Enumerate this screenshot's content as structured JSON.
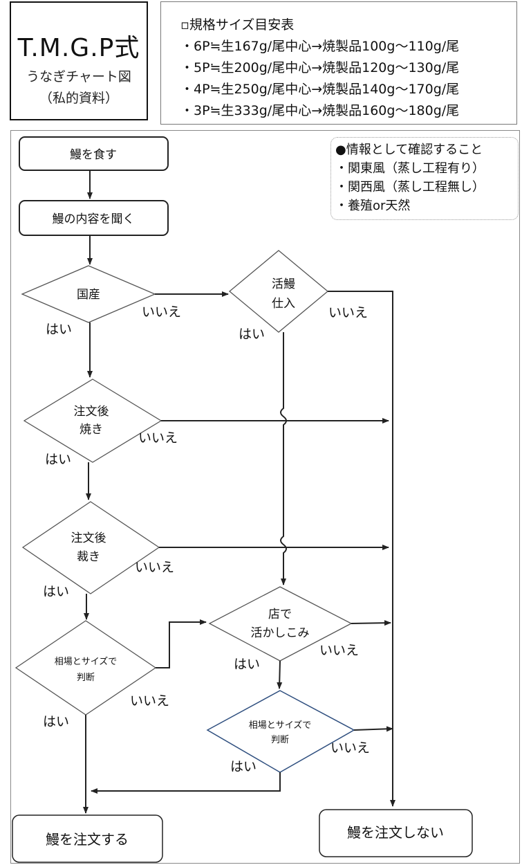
{
  "title": {
    "main": "T.M.G.P式",
    "sub1": "うなぎチャート図",
    "sub2": "（私的資料）"
  },
  "size_table": {
    "heading": "▫規格サイズ目安表",
    "rows": [
      "・6P≒生167g/尾中心→焼製品100g～110g/尾",
      "・5P≒生200g/尾中心→焼製品120g～130g/尾",
      "・4P≒生250g/尾中心→焼製品140g～170g/尾",
      "・3P≒生333g/尾中心→焼製品160g～180g/尾"
    ]
  },
  "info": {
    "heading": "●情報として確認すること",
    "items": [
      "・関東風（蒸し工程有り）",
      "・関西風（蒸し工程無し）",
      "・養殖or天然"
    ]
  },
  "flow": {
    "start": "鰻を食す",
    "ask": "鰻の内容を聞く",
    "domestic": "国産",
    "live_1": "活鰻",
    "live_2": "仕入",
    "grill_1": "注文後",
    "grill_2": "焼き",
    "cut_1": "注文後",
    "cut_2": "裁き",
    "judge_1": "相場とサイズで",
    "judge_2": "判断",
    "store_1": "店で",
    "store_2": "活かしこみ",
    "judge2_1": "相場とサイズで",
    "judge2_2": "判断",
    "order": "鰻を注文する",
    "no_order": "鰻を注文しない",
    "yes": "はい",
    "no": "いいえ"
  },
  "colors": {
    "line": "#222222",
    "blue_diamond": "#2f4f7f"
  }
}
